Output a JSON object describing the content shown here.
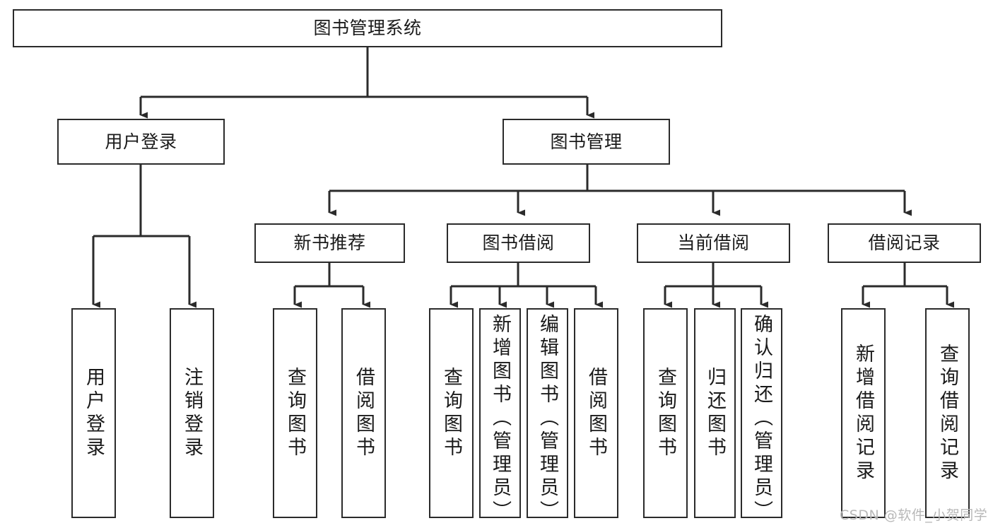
{
  "diagram": {
    "type": "tree-hierarchy",
    "title": "图书管理系统",
    "orientation": "top-down",
    "watermark": "CSDN @软件_小贺同学",
    "colors": {
      "box_stroke": "#2b2b2b",
      "box_fill": "#ffffff",
      "edge": "#2b2b2b",
      "text": "#1a1a1a",
      "watermark": "#b8b8b8",
      "background": "#ffffff"
    },
    "nodes": {
      "root": {
        "label": "图书管理系统"
      },
      "level2": [
        {
          "id": "user-login",
          "label": "用户登录"
        },
        {
          "id": "book-manage",
          "label": "图书管理"
        }
      ],
      "level3": [
        {
          "id": "new-book-recommend",
          "label": "新书推荐"
        },
        {
          "id": "book-borrow",
          "label": "图书借阅"
        },
        {
          "id": "current-borrow",
          "label": "当前借阅"
        },
        {
          "id": "borrow-record",
          "label": "借阅记录"
        }
      ],
      "leaves": {
        "user-login": [
          {
            "id": "leaf-user-login",
            "label": "用户登录"
          },
          {
            "id": "leaf-user-logout",
            "label": "注销登录"
          }
        ],
        "new-book-recommend": [
          {
            "id": "leaf-query-book-1",
            "label": "查询图书"
          },
          {
            "id": "leaf-borrow-book-1",
            "label": "借阅图书"
          }
        ],
        "book-borrow": [
          {
            "id": "leaf-query-book-2",
            "label": "查询图书"
          },
          {
            "id": "leaf-add-book",
            "label": "新增图书（管理员）"
          },
          {
            "id": "leaf-edit-book",
            "label": "编辑图书（管理员）"
          },
          {
            "id": "leaf-borrow-book-2",
            "label": "借阅图书"
          }
        ],
        "current-borrow": [
          {
            "id": "leaf-query-book-3",
            "label": "查询图书"
          },
          {
            "id": "leaf-return-book",
            "label": "归还图书"
          },
          {
            "id": "leaf-confirm-return",
            "label": "确认归还（管理员）"
          }
        ],
        "borrow-record": [
          {
            "id": "leaf-add-record",
            "label": "新增借阅记录"
          },
          {
            "id": "leaf-query-record",
            "label": "查询借阅记录"
          }
        ]
      }
    },
    "edges": [
      {
        "from": "图书管理系统",
        "to": "用户登录"
      },
      {
        "from": "图书管理系统",
        "to": "图书管理"
      },
      {
        "from": "用户登录",
        "to": "用户登录"
      },
      {
        "from": "用户登录",
        "to": "注销登录"
      },
      {
        "from": "图书管理",
        "to": "新书推荐"
      },
      {
        "from": "图书管理",
        "to": "图书借阅"
      },
      {
        "from": "图书管理",
        "to": "当前借阅"
      },
      {
        "from": "图书管理",
        "to": "借阅记录"
      },
      {
        "from": "新书推荐",
        "to": "查询图书"
      },
      {
        "from": "新书推荐",
        "to": "借阅图书"
      },
      {
        "from": "图书借阅",
        "to": "查询图书"
      },
      {
        "from": "图书借阅",
        "to": "新增图书（管理员）"
      },
      {
        "from": "图书借阅",
        "to": "编辑图书（管理员）"
      },
      {
        "from": "图书借阅",
        "to": "借阅图书"
      },
      {
        "from": "当前借阅",
        "to": "查询图书"
      },
      {
        "from": "当前借阅",
        "to": "归还图书"
      },
      {
        "from": "当前借阅",
        "to": "确认归还（管理员）"
      },
      {
        "from": "借阅记录",
        "to": "新增借阅记录"
      },
      {
        "from": "借阅记录",
        "to": "查询借阅记录"
      }
    ]
  }
}
